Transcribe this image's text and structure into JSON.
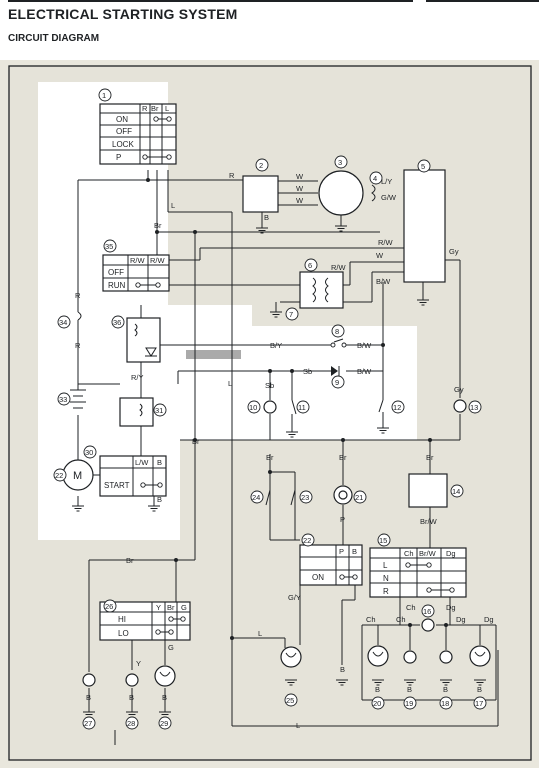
{
  "title": "ELECTRICAL STARTING SYSTEM",
  "subtitle": "CIRCUIT DIAGRAM",
  "main_switch": {
    "number": "1",
    "columns": [
      "R",
      "Br",
      "L"
    ],
    "rows": [
      "ON",
      "OFF",
      "LOCK",
      "P"
    ]
  },
  "engine_stop_switch": {
    "number": "35",
    "columns": [
      "R/W",
      "R/W"
    ],
    "rows": [
      "OFF",
      "RUN"
    ]
  },
  "starter_switch": {
    "number": "30",
    "columns": [
      "L/W",
      "B"
    ],
    "rows": [
      "START"
    ]
  },
  "dimmer_switch": {
    "number": "26",
    "columns": [
      "Y",
      "Br",
      "G"
    ],
    "rows": [
      "HI",
      "LO"
    ]
  },
  "switch_22": {
    "number": "22",
    "columns": [
      "P",
      "B"
    ],
    "rows": [
      "ON"
    ]
  },
  "switch_15": {
    "number": "15",
    "columns": [
      "Ch",
      "Br/W",
      "Dg"
    ],
    "rows": [
      "L",
      "N",
      "R"
    ]
  },
  "wire_labels": {
    "r": "R",
    "br": "Br",
    "l": "L",
    "w": "W",
    "b": "B",
    "rw": "R/W",
    "gy": "Gy",
    "bw": "B/W",
    "ly": "L/Y",
    "gw": "G/W",
    "by": "B/Y",
    "sb": "Sb",
    "ry": "R/Y",
    "p": "P",
    "gy_slash": "G/Y",
    "brw": "Br/W",
    "ch": "Ch",
    "dg": "Dg",
    "y": "Y",
    "g": "G"
  },
  "component_numbers": [
    "2",
    "3",
    "4",
    "5",
    "6",
    "7",
    "8",
    "9",
    "10",
    "11",
    "12",
    "13",
    "14",
    "16",
    "17",
    "18",
    "19",
    "20",
    "21",
    "23",
    "24",
    "25",
    "27",
    "28",
    "29",
    "31",
    "33",
    "34",
    "36"
  ]
}
